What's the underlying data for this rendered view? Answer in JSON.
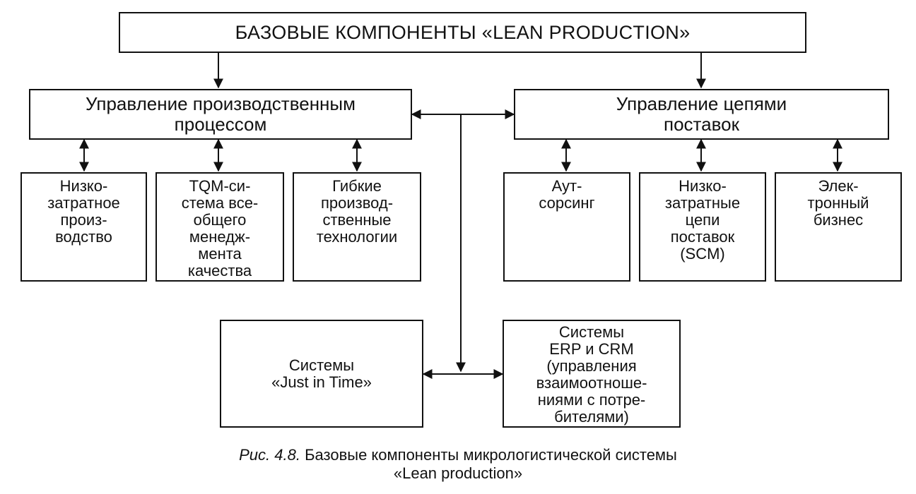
{
  "root": {
    "text": "БАЗОВЫЕ КОМПОНЕНТЫ «LEAN PRODUCTION»"
  },
  "left_branch": {
    "lines": [
      "Управление производственным",
      "процессом"
    ],
    "children": [
      {
        "lines": [
          "Низко-",
          "затратное",
          "произ-",
          "водство"
        ]
      },
      {
        "lines": [
          "TQM-си-",
          "стема все-",
          "общего",
          "менедж-",
          "мента",
          "качества"
        ]
      },
      {
        "lines": [
          "Гибкие",
          "производ-",
          "ственные",
          "технологии"
        ]
      }
    ]
  },
  "right_branch": {
    "lines": [
      "Управление цепями",
      "поставок"
    ],
    "children": [
      {
        "lines": [
          "Аут-",
          "сорсинг"
        ]
      },
      {
        "lines": [
          "Низко-",
          "затратные",
          "цепи",
          "поставок",
          "(SCM)"
        ]
      },
      {
        "lines": [
          "Элек-",
          "тронный",
          "бизнес"
        ]
      }
    ]
  },
  "bottom": {
    "jit": {
      "lines": [
        "Системы",
        "«Just in Time»"
      ]
    },
    "erp": {
      "lines": [
        "Системы",
        "ERP и CRM",
        "(управления",
        "взаимоотноше-",
        "ниями с потре-",
        "бителями)"
      ]
    }
  },
  "caption": {
    "label": "Рис. 4.8.",
    "line1": " Базовые компоненты микрологистической системы",
    "line2": "«Lean production»"
  }
}
